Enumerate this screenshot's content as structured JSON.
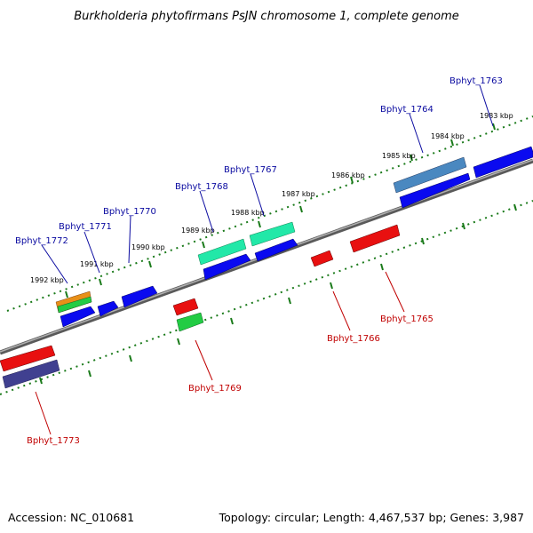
{
  "title": "Burkholderia phytofirmans PsJN chromosome 1, complete genome",
  "footer": {
    "accession": "Accession: NC_010681",
    "summary": "Topology: circular; Length: 4,467,537 bp; Genes: 3,987"
  },
  "colors": {
    "backbone": "#8c8c8c",
    "tick": "#1a7a1a",
    "forward_label": "#0a0aa0",
    "reverse_label": "#c00000",
    "blue": "#0a0af0",
    "red": "#e81010",
    "green": "#22cc44",
    "teal": "#22e8a8",
    "orange": "#e89018",
    "steel": "#4a88c0",
    "navy": "#404090"
  },
  "kbp_labels": [
    "1983 kbp",
    "1984 kbp",
    "1985 kbp",
    "1986 kbp",
    "1987 kbp",
    "1988 kbp",
    "1989 kbp",
    "1990 kbp",
    "1991 kbp",
    "1992 kbp"
  ],
  "genes_top": [
    {
      "label": "Bphyt_1763"
    },
    {
      "label": "Bphyt_1764"
    },
    {
      "label": "Bphyt_1767"
    },
    {
      "label": "Bphyt_1768"
    },
    {
      "label": "Bphyt_1770"
    },
    {
      "label": "Bphyt_1771"
    },
    {
      "label": "Bphyt_1772"
    }
  ],
  "genes_bottom": [
    {
      "label": "Bphyt_1765"
    },
    {
      "label": "Bphyt_1766"
    },
    {
      "label": "Bphyt_1769"
    },
    {
      "label": "Bphyt_1773"
    }
  ]
}
